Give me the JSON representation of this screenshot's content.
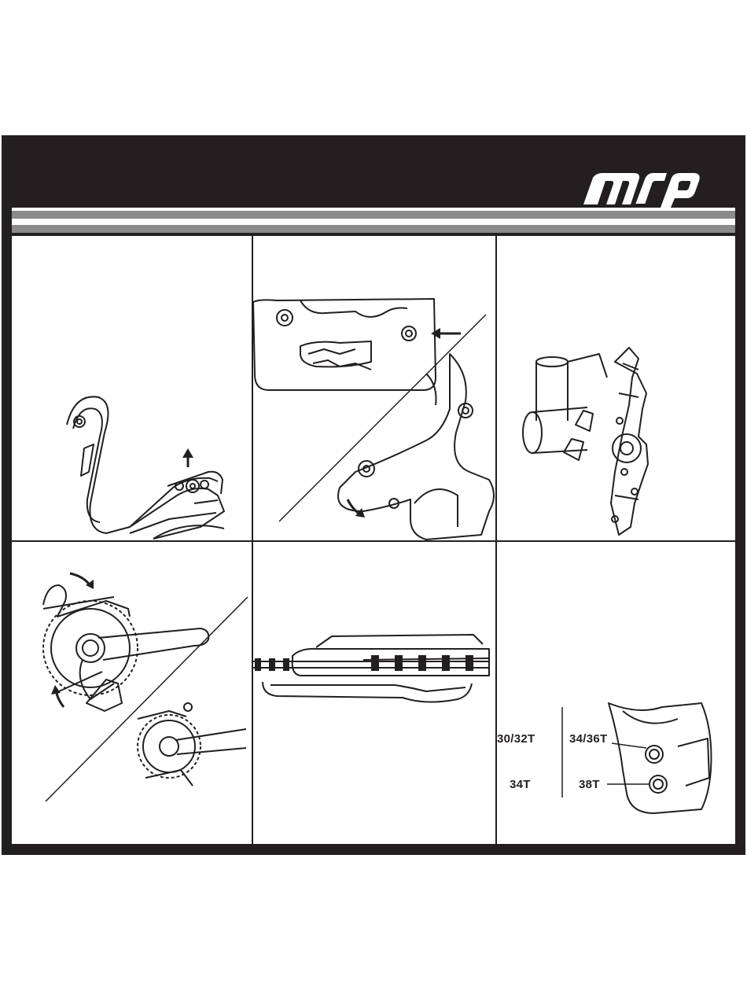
{
  "brand": {
    "name": "mrp"
  },
  "panel6": {
    "labels": {
      "left_top": "30/32T",
      "left_bottom": "34T",
      "right_top": "34/36T",
      "right_bottom": "38T"
    }
  },
  "colors": {
    "frame": "#231f20",
    "stripe": "#8a8a8a",
    "paper": "#ffffff"
  }
}
